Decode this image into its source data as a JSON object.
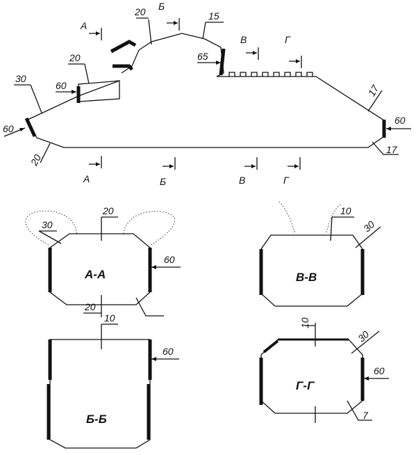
{
  "hull": {
    "cut_labels_top": [
      "А",
      "Б",
      "В",
      "Г"
    ],
    "cut_labels_bottom": [
      "А",
      "Б",
      "В",
      "Г"
    ],
    "dims": {
      "turret_front": "20",
      "turret_top": "15",
      "mantlet": "65",
      "upper_plate_left": "20",
      "glacis_upper": "60",
      "glacis": "30",
      "nose": "60",
      "lower_front": "20",
      "rear_upper": "17",
      "rear": "60",
      "rear_lower": "17"
    }
  },
  "sections": {
    "aa": {
      "title": "А-А",
      "dims": {
        "side_slope": "30",
        "top": "20",
        "side": "60",
        "bottom": "20"
      }
    },
    "vv": {
      "title": "В-В",
      "dims": {
        "top": "10",
        "side_slope": "30"
      }
    },
    "bb": {
      "title": "Б-Б",
      "dims": {
        "top": "10",
        "side": "60"
      }
    },
    "gg": {
      "title": "Г-Г",
      "dims": {
        "top": "10",
        "side_slope": "30",
        "side": "60",
        "lower": "7"
      }
    }
  }
}
